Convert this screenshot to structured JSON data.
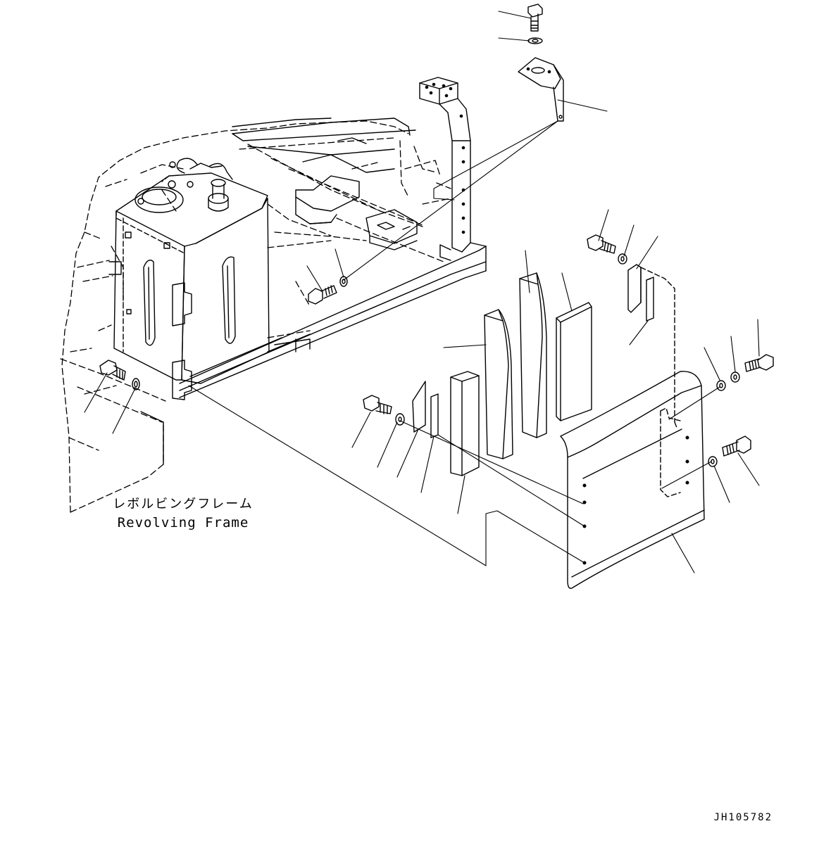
{
  "labels": {
    "frame_jp": "レボルビングフレーム",
    "frame_en": "Revolving Frame",
    "drawing_id": "JH105782"
  },
  "colors": {
    "line": "#000000",
    "background": "#ffffff"
  }
}
